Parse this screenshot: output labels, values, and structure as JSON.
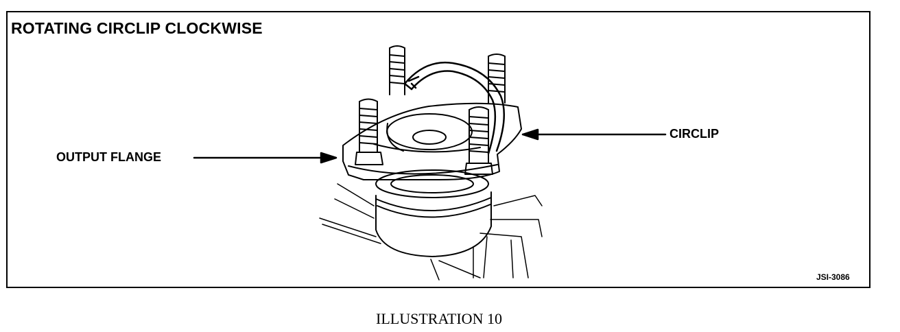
{
  "title": "ROTATING CIRCLIP CLOCKWISE",
  "labels": {
    "circlip": "CIRCLIP",
    "output_flange": "OUTPUT FLANGE"
  },
  "figure_code": "JSI-3086",
  "caption": "ILLUSTRATION 10"
}
